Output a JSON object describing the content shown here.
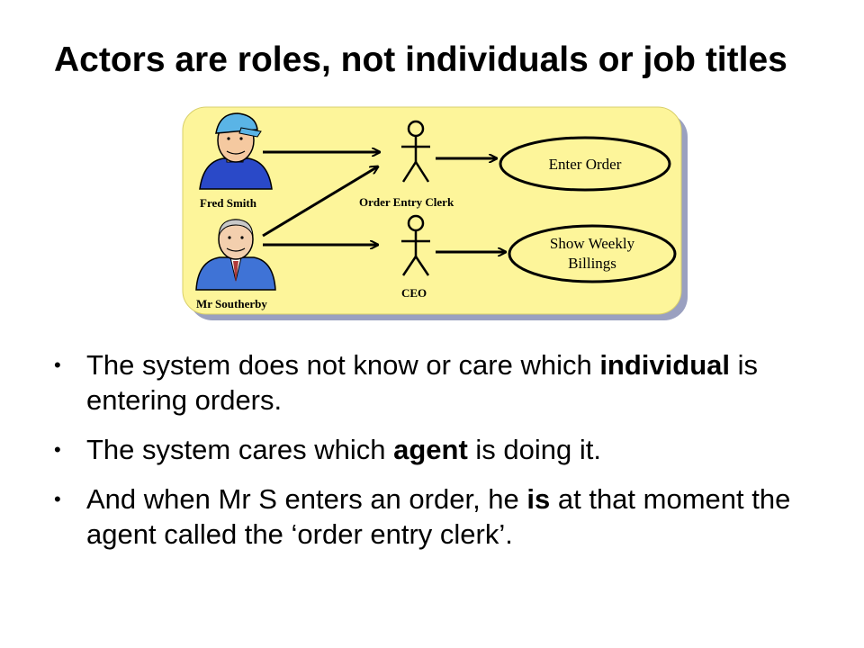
{
  "title": {
    "pre": "Actors are ",
    "bold": "roles",
    "post": ", not individuals or job titles"
  },
  "diagram": {
    "panel_color": "#fdf59a",
    "people": [
      {
        "name": "Fred Smith",
        "icon": "young-man-cap-icon"
      },
      {
        "name": "Mr Southerby",
        "icon": "businessman-icon"
      }
    ],
    "actors": [
      {
        "name": "Order Entry Clerk",
        "icon": "stick-figure-actor-icon"
      },
      {
        "name": "CEO",
        "icon": "stick-figure-actor-icon"
      }
    ],
    "use_cases": [
      {
        "line1": "Enter Order",
        "line2": ""
      },
      {
        "line1": "Show Weekly",
        "line2": "Billings"
      }
    ]
  },
  "bullets": [
    {
      "pre": "The system does not know or care which ",
      "bold": "individual",
      "post": " is entering orders."
    },
    {
      "pre": "The system cares which ",
      "bold": "agent",
      "post": " is doing it."
    },
    {
      "pre": "And when Mr S enters an order, he ",
      "bold": "is",
      "post": " at that moment the agent called the ‘order entry clerk’."
    }
  ]
}
